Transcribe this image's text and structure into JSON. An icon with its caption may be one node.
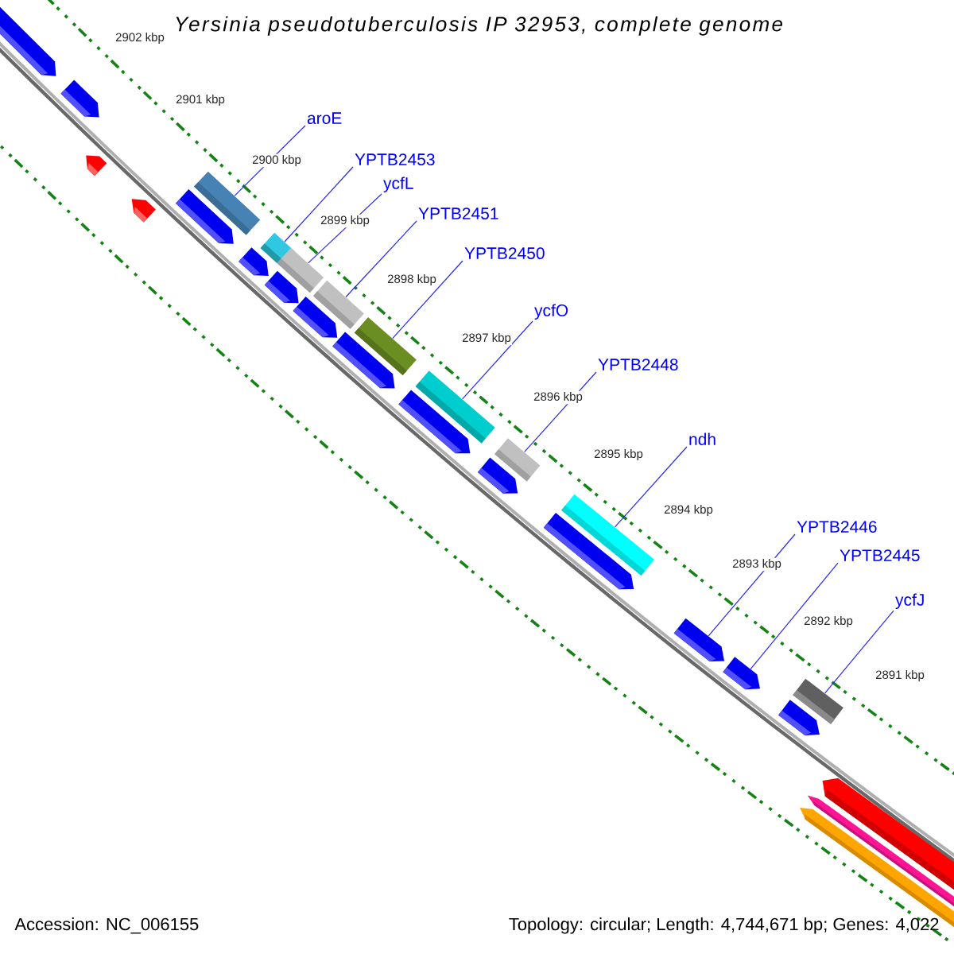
{
  "diagram": {
    "title": "Yersinia pseudotuberculosis IP 32953, complete genome",
    "nodes": [
      {
        "text": [
          "aroE"
        ]
      },
      {
        "text": [
          "YPTB2453"
        ]
      },
      {
        "text": [
          "ycfL"
        ]
      },
      {
        "text": [
          "YPTB2451"
        ]
      },
      {
        "text": [
          "YPTB2450"
        ]
      },
      {
        "text": [
          "ycfO"
        ]
      },
      {
        "text": [
          "YPTB2448"
        ]
      },
      {
        "text": [
          "ndh"
        ]
      },
      {
        "text": [
          "YPTB2446"
        ]
      },
      {
        "text": [
          "YPTB2445"
        ]
      },
      {
        "text": [
          "ycfJ"
        ]
      },
      {
        "text": [],
        "shape": "pentagon"
      },
      {
        "text": [],
        "shape": "pentagon"
      },
      {
        "text": [],
        "shape": "pentagon"
      },
      {
        "text": [],
        "shape": "pentagon"
      },
      {
        "text": [],
        "shape": "pentagon"
      },
      {
        "text": [],
        "shape": "bar"
      },
      {
        "text": [],
        "shape": "pentagon"
      },
      {
        "text": [],
        "shape": "bar"
      },
      {
        "text": [],
        "shape": "pentagon"
      },
      {
        "text": [],
        "shape": "bar"
      },
      {
        "text": [],
        "shape": "pentagon"
      },
      {
        "text": [],
        "shape": "bar"
      },
      {
        "text": [],
        "shape": "pentagon"
      },
      {
        "text": [],
        "shape": "bar"
      },
      {
        "text": [],
        "shape": "pentagon"
      },
      {
        "text": [],
        "shape": "bar"
      },
      {
        "text": [],
        "shape": "pentagon"
      },
      {
        "text": [],
        "shape": "bar"
      },
      {
        "text": [],
        "shape": "pentagon"
      },
      {
        "text": [],
        "shape": "bar"
      },
      {
        "text": [],
        "shape": "pentagon"
      },
      {
        "text": [],
        "shape": "pentagon"
      },
      {
        "text": [],
        "shape": "pentagon"
      },
      {
        "text": [],
        "shape": "bar"
      },
      {
        "text": [],
        "shape": "pentagon"
      },
      {
        "text": [],
        "shape": "pentagon"
      },
      {
        "text": [],
        "shape": "pentagon"
      }
    ],
    "edges": [
      {
        "from": 0,
        "to": 16,
        "arrow": "none"
      },
      {
        "from": 1,
        "to": 18,
        "arrow": "none"
      },
      {
        "from": 2,
        "to": 20,
        "arrow": "none"
      },
      {
        "from": 3,
        "to": 22,
        "arrow": "none"
      },
      {
        "from": 4,
        "to": 24,
        "arrow": "none"
      },
      {
        "from": 5,
        "to": 26,
        "arrow": "none"
      },
      {
        "from": 6,
        "to": 28,
        "arrow": "none"
      },
      {
        "from": 7,
        "to": 30,
        "arrow": "none"
      },
      {
        "from": 8,
        "to": 31,
        "arrow": "none"
      },
      {
        "from": 9,
        "to": 32,
        "arrow": "none"
      },
      {
        "from": 10,
        "to": 34,
        "arrow": "none"
      }
    ],
    "labels": [
      "2902 kbp",
      "2901 kbp",
      "2900 kbp",
      "2899 kbp",
      "2898 kbp",
      "2897 kbp",
      "2896 kbp",
      "2895 kbp",
      "2894 kbp",
      "2893 kbp",
      "2892 kbp",
      "2891 kbp",
      "Accession: NC_006155",
      "Topology: circular; Length: 4,744,671 bp; Genes: 4,022"
    ]
  }
}
